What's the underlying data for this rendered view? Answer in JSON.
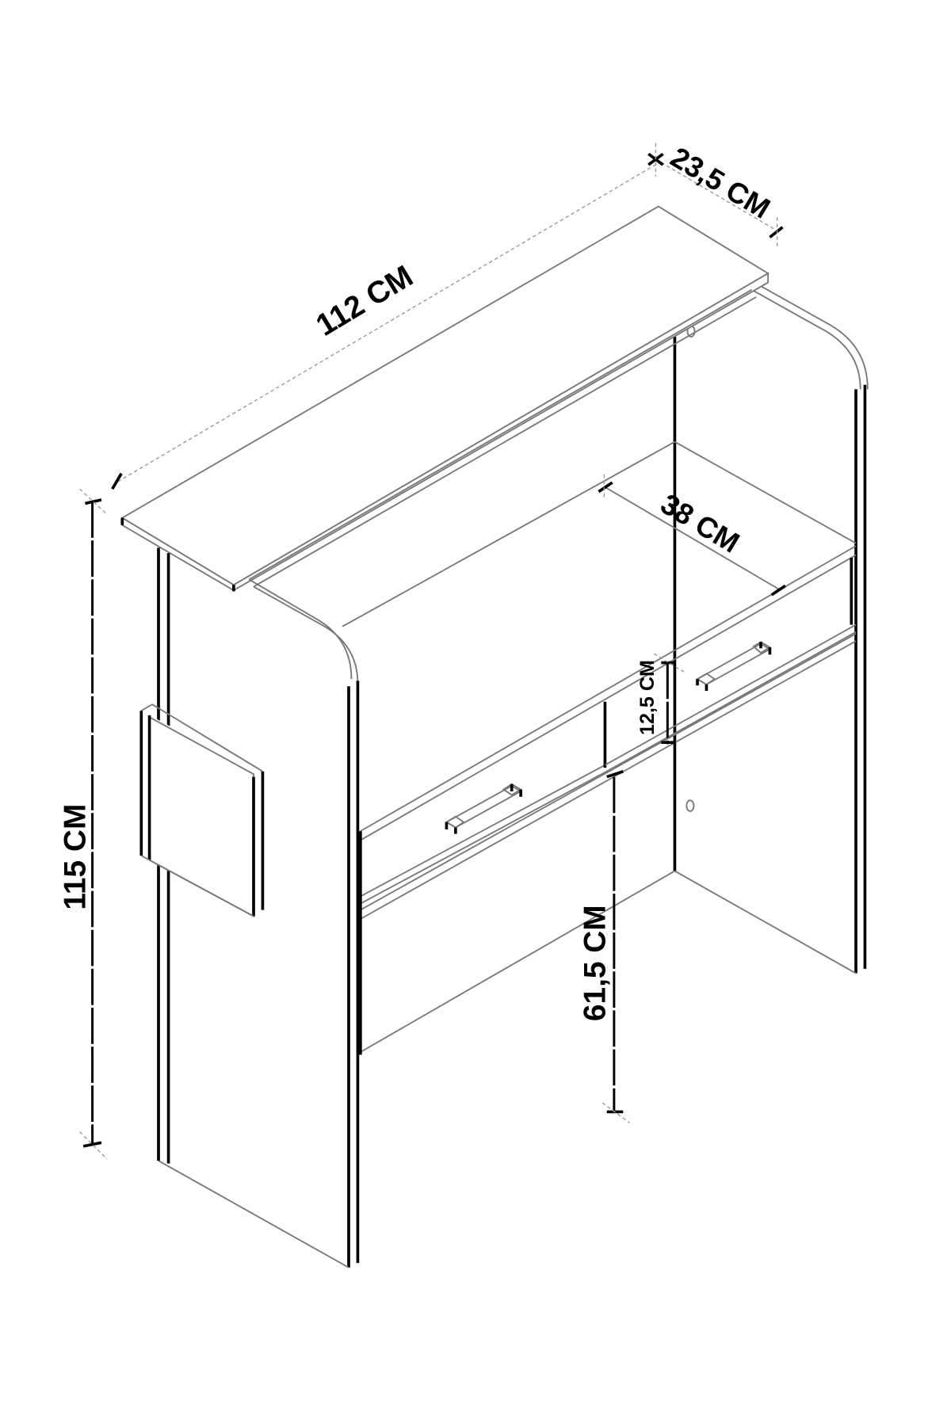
{
  "drawing": {
    "subject": "console table with shelf and two drawers, isometric line drawing",
    "colors": {
      "background": "#ffffff",
      "line": "#000000",
      "edge": "#777777"
    }
  },
  "dimensions": {
    "width": {
      "label": "112 CM",
      "value": 112,
      "unit": "CM"
    },
    "depth_top": {
      "label": "23,5 CM",
      "value": 23.5,
      "unit": "CM"
    },
    "depth_body": {
      "label": "38 CM",
      "value": 38,
      "unit": "CM"
    },
    "drawer_height": {
      "label": "12,5 CM",
      "value": 12.5,
      "unit": "CM"
    },
    "total_height": {
      "label": "115 CM",
      "value": 115,
      "unit": "CM"
    },
    "under_drawer_height": {
      "label": "61,5 CM",
      "value": 61.5,
      "unit": "CM"
    }
  }
}
